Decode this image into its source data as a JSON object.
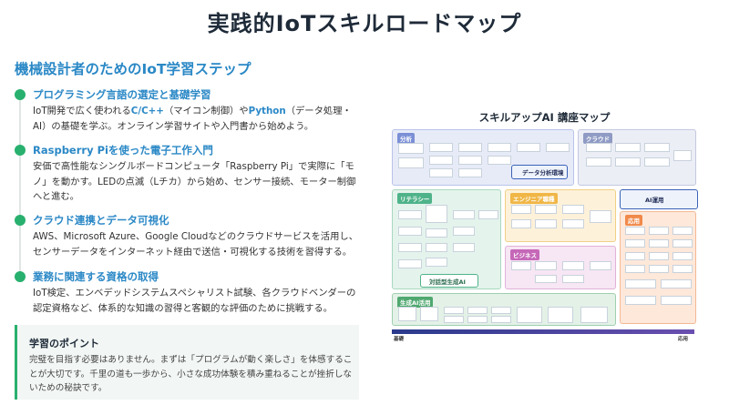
{
  "page": {
    "title": "実践的IoTスキルロードマップ",
    "section_title": "機械設計者のためのIoT学習ステップ"
  },
  "steps": [
    {
      "heading": "プログラミング言語の選定と基礎学習",
      "body_before": "IoT開発で広く使われる",
      "hl1": "C/C++",
      "body_mid": "（マイコン制御）や",
      "hl2": "Python",
      "body_after": "（データ処理・AI）の基礎を学ぶ。オンライン学習サイトや入門書から始めよう。"
    },
    {
      "heading": "Raspberry Piを使った電子工作入門",
      "body": "安価で高性能なシングルボードコンピュータ「Raspberry Pi」で実際に「モノ」を動かす。LEDの点滅（Lチカ）から始め、センサー接続、モーター制御へと進む。"
    },
    {
      "heading": "クラウド連携とデータ可視化",
      "body": "AWS、Microsoft Azure、Google Cloudなどのクラウドサービスを活用し、センサーデータをインターネット経由で送信・可視化する技術を習得する。"
    },
    {
      "heading": "業務に関連する資格の取得",
      "body": "IoT検定、エンベデッドシステムスペシャリスト試験、各クラウドベンダーの認定資格など、体系的な知識の習得と客観的な評価のために挑戦する。"
    }
  ],
  "tip": {
    "title": "学習のポイント",
    "body": "完璧を目指す必要はありません。まずは「プログラムが動く楽しさ」を体感することが大切です。千里の道も一歩から、小さな成功体験を積み重ねることが挫折しないための秘訣です。"
  },
  "roadmap": {
    "title": "スキルアップAI 講座マップ",
    "panels": {
      "analysis": "分析",
      "cloud": "クラウド",
      "literacy": "リテラシー",
      "engineer": "エンジニア職種",
      "business": "ビジネス",
      "ai_app": "応用",
      "genai": "生成AI活用"
    },
    "data_env": "データ分析環境",
    "ai_ops": "AI運用",
    "genai_center": "対話型生成AI",
    "axis_left": "基礎",
    "axis_right": "応用",
    "colors": {
      "analysis": "#7b8fd6",
      "cloud": "#8f9bc4",
      "literacy": "#4fb38a",
      "engineer": "#f0b646",
      "business": "#c568b8",
      "ai_app": "#f08a4a",
      "genai": "#4fa86f"
    }
  }
}
